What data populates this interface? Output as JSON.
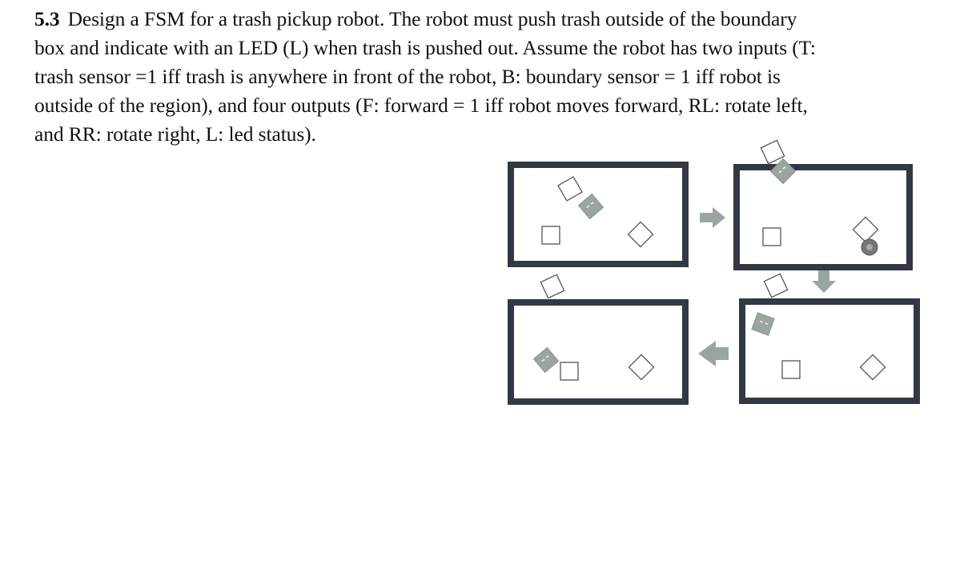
{
  "problem": {
    "number": "5.3",
    "lines": [
      "Design a FSM for a trash pickup robot. The robot must push trash outside of the boundary",
      "box and indicate with an LED (L) when trash is pushed out.  Assume the robot has two inputs (T:",
      "trash sensor =1  iff trash is anywhere in front of the robot, B: boundary sensor = 1 iff robot is",
      "outside of the region), and four outputs (F: forward  = 1 iff robot moves forward, RL: rotate left,",
      "and RR: rotate right, L: led status)."
    ]
  },
  "colors": {
    "text": "#111111",
    "boundary": "#333844",
    "robot": "#9aa59f",
    "arrow": "#9aa59f",
    "trash_fill": "#ffffff",
    "trash_stroke": "#555555",
    "led": "#777777"
  }
}
